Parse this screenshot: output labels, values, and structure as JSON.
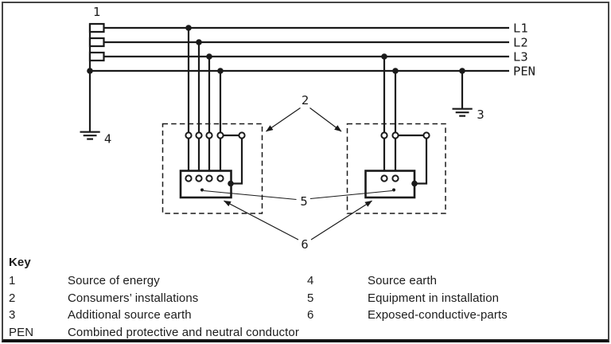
{
  "diagram": {
    "conductor_labels": [
      "L1",
      "L2",
      "L3",
      "PEN"
    ],
    "callouts": {
      "source_of_energy": "1",
      "consumers_installations": "2",
      "additional_source_earth": "3",
      "source_earth": "4",
      "equipment_in_installation": "5",
      "exposed_conductive_parts": "6"
    }
  },
  "key": {
    "title": "Key",
    "left": [
      {
        "symbol": "1",
        "description": "Source of energy"
      },
      {
        "symbol": "2",
        "description": "Consumers’ installations"
      },
      {
        "symbol": "3",
        "description": "Additional source earth"
      },
      {
        "symbol": "PEN",
        "description": "Combined protective and neutral conductor"
      }
    ],
    "right": [
      {
        "symbol": "4",
        "description": "Source earth"
      },
      {
        "symbol": "5",
        "description": "Equipment in installation"
      },
      {
        "symbol": "6",
        "description": "Exposed-conductive-parts"
      }
    ]
  },
  "colors": {
    "line": "#1a1a1a",
    "background": "#ffffff",
    "frame": "#454545"
  }
}
